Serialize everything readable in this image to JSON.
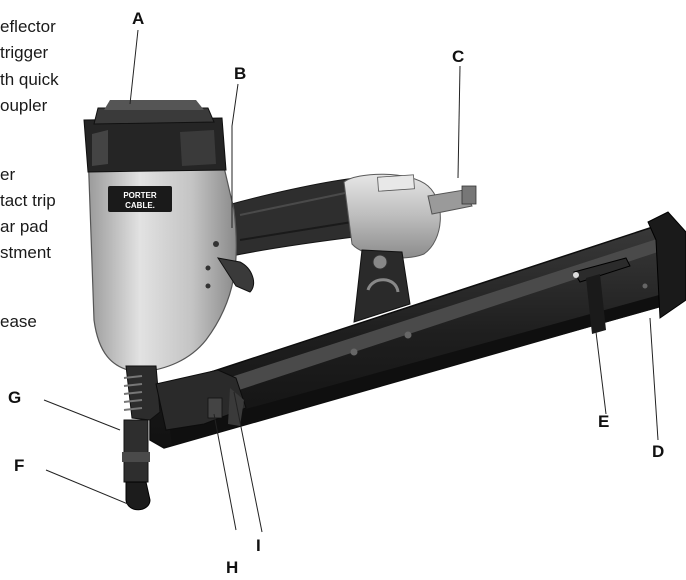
{
  "side_text": [
    "eflector",
    "trigger",
    "th quick",
    "oupler",
    "er",
    "tact trip",
    "ar pad",
    "stment",
    "ease"
  ],
  "callouts": {
    "A": "A",
    "B": "B",
    "C": "C",
    "D": "D",
    "E": "E",
    "F": "F",
    "G": "G",
    "H": "H",
    "I": "I"
  },
  "badge": {
    "line1": "PORTER",
    "line2": "CABLE."
  },
  "colors": {
    "body_silver": "#c9c9c9",
    "dark_plastic": "#262626",
    "magazine": "#1e1e1e",
    "grip": "#2e2e2e"
  }
}
